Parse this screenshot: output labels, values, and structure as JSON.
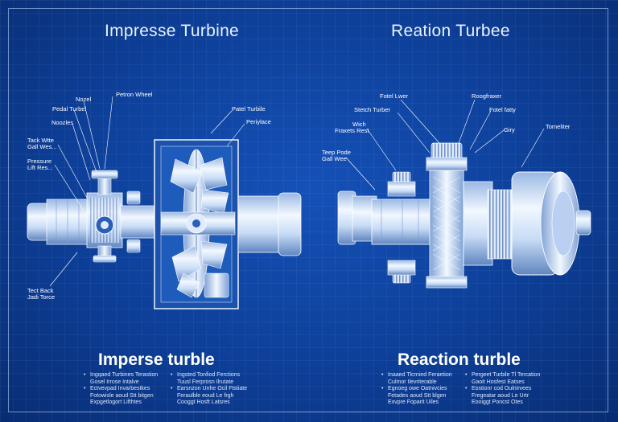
{
  "left": {
    "title": "Impresse Turbine",
    "subtitle": "Imperse turble",
    "labels": {
      "nozel": "Nozel",
      "pedal_turbel": "Pedal Turbel",
      "nozles": "Noozles",
      "tack_width": "Tack Wtte",
      "tack_width_2": "Gall Wes...",
      "pressure": "Pressure",
      "pressure_2": "Lift Res...",
      "petrol_wheel": "Petron Wheel",
      "patel_turbile": "Patel Turbile",
      "periplace": "Periylace",
      "tect_back": "Tect Back",
      "tect_back_2": "Jadi Torce"
    },
    "bullets_col1": [
      "Ingqaed Turbines Terastion",
      "Gosel Irrose Intalve",
      "Ectvevpad Invarbestkes",
      "Fotowisle aoud Stt bitgen",
      "Expgetlogort Lifthtes"
    ],
    "bullets_col2": [
      "Ingsted Tonfiod Ferctions",
      "Tuusl Ferprosn Ilrutate",
      "Earsnzon Unhe Ocil Ftstiate",
      "Feraulble eoud Le frgh",
      "Cooggt Hosft Latsres"
    ]
  },
  "right": {
    "title": "Reation Turbee",
    "subtitle": "Reaction turble",
    "labels": {
      "fotel_lwer": "Fotel Lwer",
      "stetch_turber": "Stetch Turber",
      "wich": "Wich",
      "fraxets_rest": "Fraxets Rest",
      "teep_pode": "Teep Pode",
      "teep_pode_2": "Gall Wee",
      "roogfraxer": "Roogfraxer",
      "fotel_fatty": "Fotel fatty",
      "giry": "Giry",
      "tomeliter": "Tomeliter"
    },
    "bullets_col1": [
      "Inaaed Tlcrnied Feraetion",
      "Culmor Ilevriterable",
      "Egnoeg owe Oatnivcies",
      "Fetades aoud Stt blgen",
      "Exvpre Foparit Uiles"
    ],
    "bullets_col2": [
      "Pergeet Turbile Tl Tercation",
      "Gaoit Hosfest Eatses",
      "Eostionr cod Oulnirvees",
      "Fregeatar aoud Le Urtr",
      "Eooiggt Poncst Otes"
    ]
  },
  "colors": {
    "background": "#0d3f98",
    "metal_light": "#e8f3ff",
    "metal_dark": "#6f95c8",
    "line": "#ffffff"
  }
}
